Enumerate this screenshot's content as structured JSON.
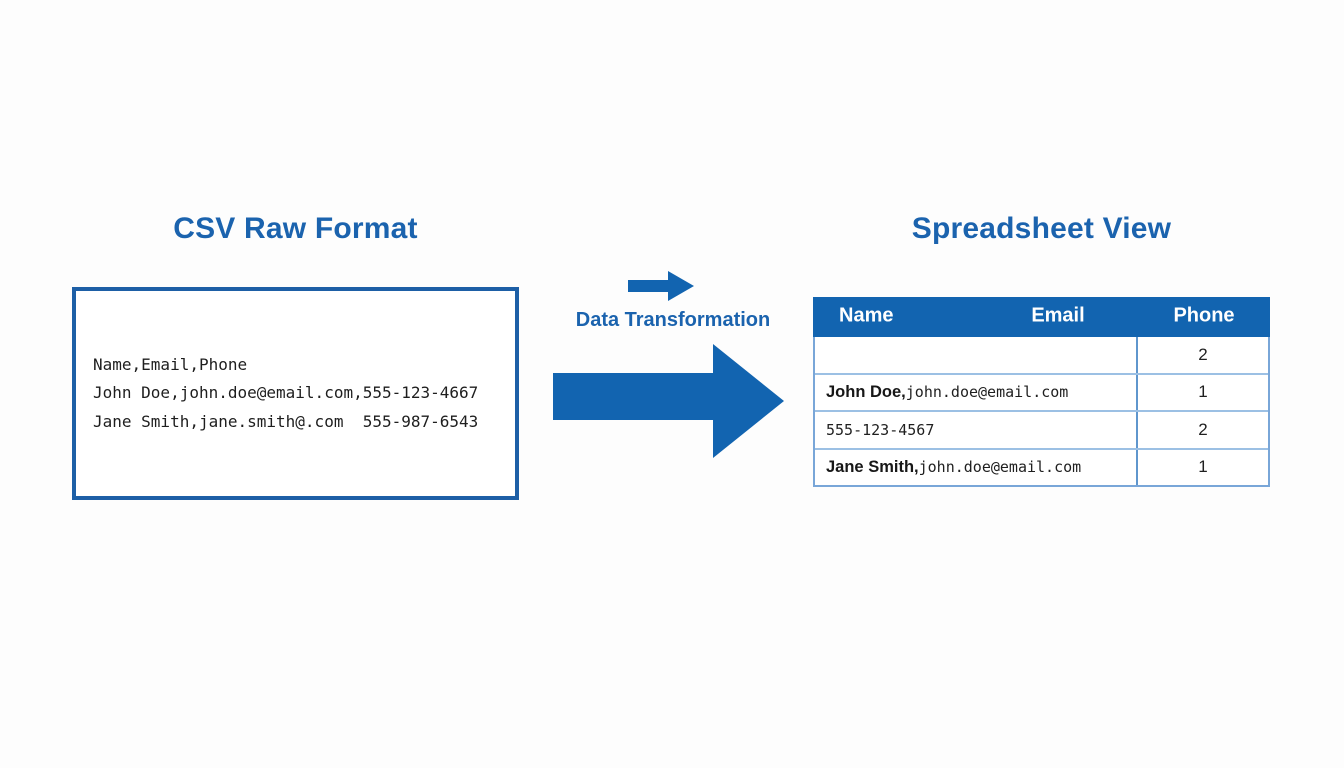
{
  "colors": {
    "accent_blue": "#1264b0",
    "title_blue": "#1b63ae",
    "csv_box_border": "#1d5fa6",
    "table_outer_border": "#79a6d8",
    "table_row_divider": "#9cc0e4",
    "table_column_divider": "#5f96cd",
    "header_text": "#ffffff",
    "body_text": "#1e1e1e"
  },
  "left_panel": {
    "title": "CSV Raw Format",
    "csv_lines": [
      "Name,Email,Phone",
      "John Doe,john.doe@email.com,555-123-4667",
      "Jane Smith,jane.smith@.com  555-987-6543"
    ]
  },
  "transform": {
    "label": "Data Transformation",
    "small_arrow_icon": "right-arrow",
    "large_arrow_icon": "right-arrow"
  },
  "right_panel": {
    "title": "Spreadsheet View",
    "table": {
      "headers": [
        "Name",
        "Email",
        "Phone"
      ],
      "rows": [
        {
          "name_part": "",
          "detail_part": "",
          "phone": "2"
        },
        {
          "name_part": "John Doe,",
          "detail_part": "john.doe@email.com",
          "phone": "1"
        },
        {
          "name_part": "",
          "detail_part": "555-123-4567",
          "phone": "2"
        },
        {
          "name_part": "Jane Smith,",
          "detail_part": "john.doe@email.com",
          "phone": "1"
        }
      ]
    }
  }
}
